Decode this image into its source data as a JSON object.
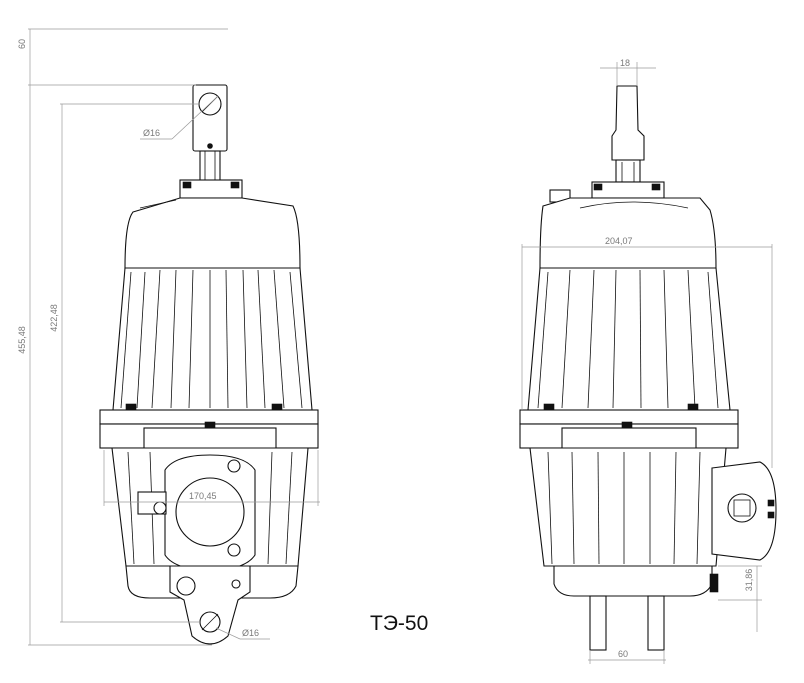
{
  "title": "ТЭ-50",
  "dimensions": {
    "top_offset": "60",
    "overall_height": "455,48",
    "pin_to_pin_height": "422,48",
    "top_hole_diameter": "Ø16",
    "bottom_hole_diameter": "Ø16",
    "flange_width": "170,45",
    "rod_width": "18",
    "body_width": "204,07",
    "bottom_offset": "31,86",
    "foot_spacing": "60"
  },
  "colors": {
    "line": "#111111",
    "dimension": "#9a9a9a",
    "background": "#ffffff"
  }
}
